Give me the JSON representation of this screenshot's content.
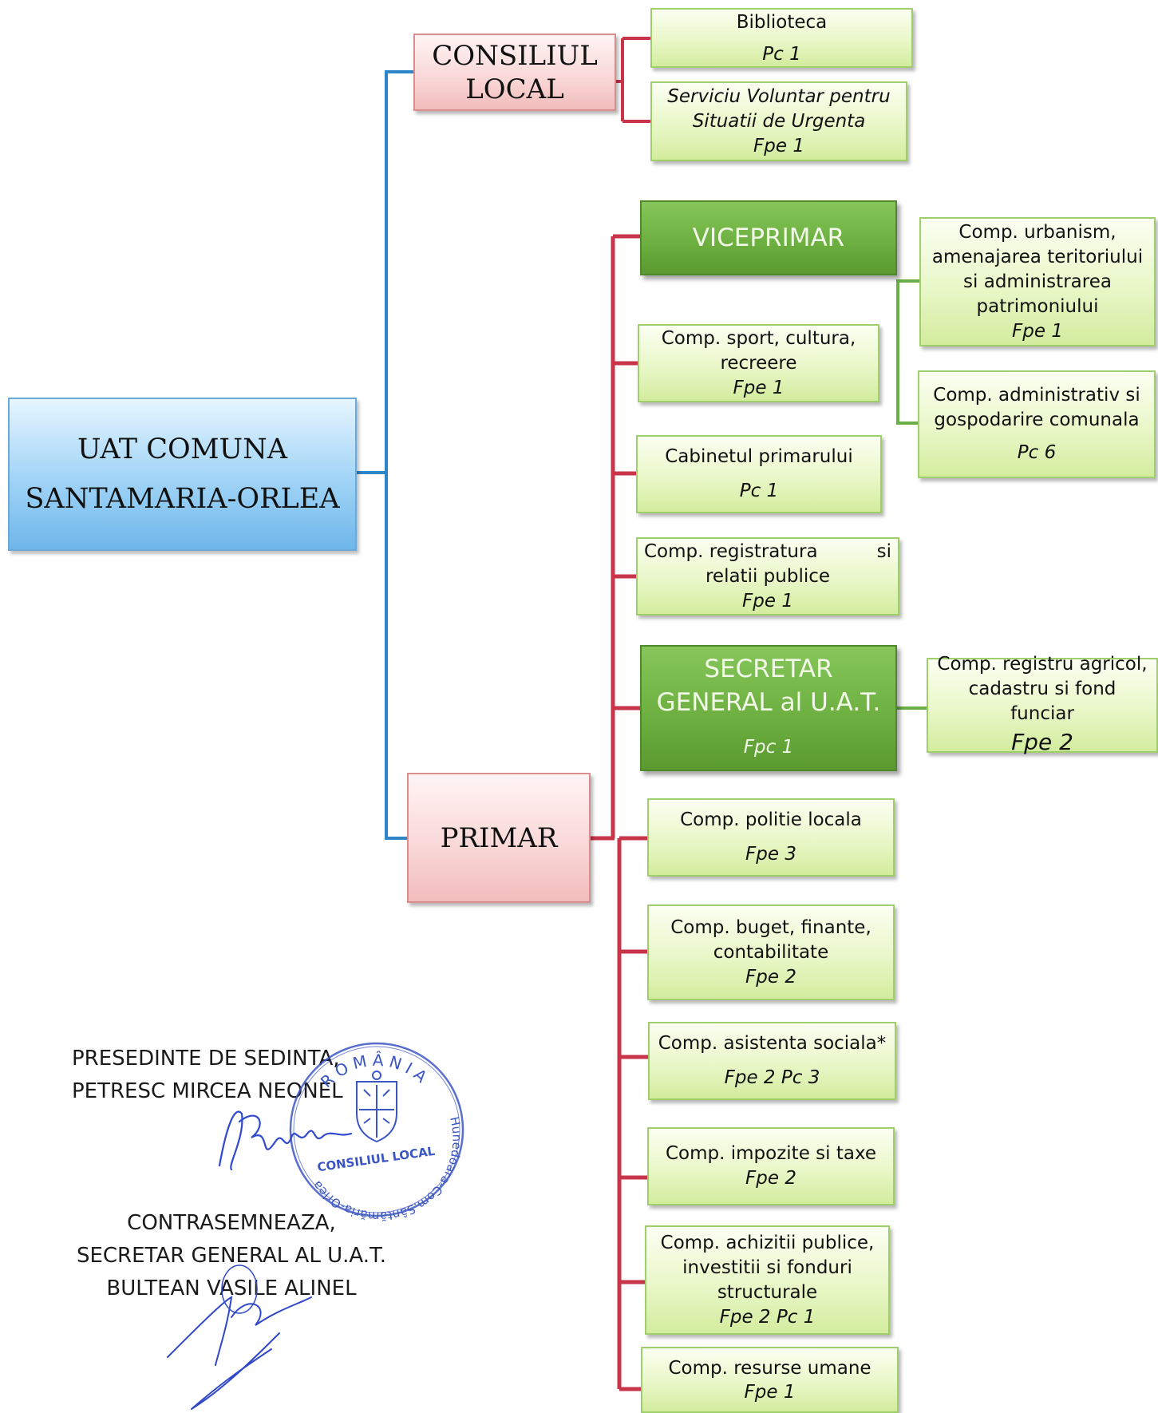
{
  "root": {
    "line1": "UAT COMUNA",
    "line2": "SANTAMARIA-ORLEA"
  },
  "consiliu": {
    "line1": "CONSILIUL",
    "line2": "LOCAL"
  },
  "primar": {
    "label": "PRIMAR"
  },
  "biblioteca": {
    "title": "Biblioteca",
    "posts": "Pc 1"
  },
  "voluntar": {
    "line1": "Serviciu Voluntar pentru",
    "line2": "Situatii de Urgenta",
    "posts": "Fpe 1"
  },
  "viceprimar": {
    "label": "VICEPRIMAR"
  },
  "urbanism": {
    "line1": "Comp. urbanism,",
    "line2": "amenajarea teritoriului",
    "line3": "si administrarea",
    "line4": "patrimoniului",
    "posts": "Fpe 1"
  },
  "administrativ": {
    "line1": "Comp. administrativ si",
    "line2": "gospodarire comunala",
    "posts": "Pc 6"
  },
  "sport": {
    "line1": "Comp. sport,  cultura,",
    "line2": "recreere",
    "posts": "Fpe 1"
  },
  "cabinet": {
    "title": "Cabinetul primarului",
    "posts": "Pc 1"
  },
  "registratura": {
    "line1": "Comp. registratura",
    "si": "si",
    "line2": "relatii publice",
    "posts": "Fpe 1"
  },
  "secretar": {
    "line1": "SECRETAR",
    "line2": "GENERAL   al U.A.T.",
    "posts": "Fpc 1"
  },
  "agricol": {
    "line1": "Comp. registru agricol,",
    "line2": "cadastru  si  fond funciar",
    "posts": "Fpe  2"
  },
  "politie": {
    "title": "Comp. politie locala",
    "posts": "Fpe 3"
  },
  "buget": {
    "line1": "Comp. buget, finante,",
    "line2": "contabilitate",
    "posts": "Fpe 2"
  },
  "asistenta": {
    "title": "Comp. asistenta sociala*",
    "posts": "Fpe 2 Pc 3"
  },
  "impozite": {
    "title": "Comp. impozite si taxe",
    "posts": "Fpe 2"
  },
  "achizitii": {
    "line1": "Comp. achizitii publice,",
    "line2": "investitii si fonduri",
    "line3": "structurale",
    "posts": "Fpe 2 Pc 1"
  },
  "resurse": {
    "title": "Comp. resurse umane",
    "posts": "Fpe 1"
  },
  "signatures": {
    "president_title": "PRESEDINTE DE SEDINTA,",
    "president_name": "PETRESC MIRCEA NEONEL",
    "countersign": "CONTRASEMNEAZA,",
    "secretary_title": "SECRETAR GENERAL  AL U.A.T.",
    "secretary_name": "BULTEAN VASILE ALINEL"
  },
  "stamp": {
    "top_text": "ROMÂNIA",
    "center_text": "CONSILIUL LOCAL",
    "bottom_text": "Hunedoara-Com.Sântămăria-Orlea"
  },
  "colors": {
    "blue_line": "#2e86c8",
    "red_line": "#c8344a",
    "green_line": "#6bb046"
  }
}
